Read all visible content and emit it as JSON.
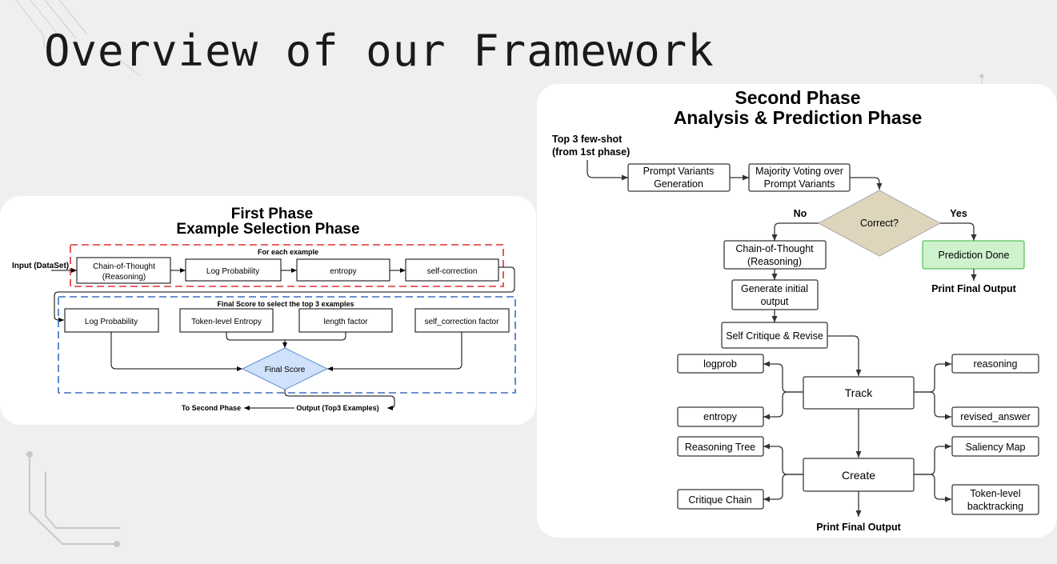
{
  "slide": {
    "title": "Overview of our Framework"
  },
  "phase1": {
    "title": "First Phase",
    "subtitle": "Example Selection Phase",
    "input_label": "Input (DataSet)",
    "loop_label": "For each example",
    "loop_steps": [
      "Chain-of-Thought",
      "(Reasoning)",
      "Log Probability",
      "entropy",
      "self-correction"
    ],
    "score_group_label": "Final Score to select the top 3 examples",
    "factors": [
      "Log Probability",
      "Token-level Entropy",
      "length factor",
      "self_correction factor"
    ],
    "final_score": "Final Score",
    "output_label": "Output (Top3 Examples)",
    "next_label": "To Second Phase",
    "colors": {
      "loop_border": "#e03030",
      "score_border": "#3a6fc0",
      "diamond_fill": "#cfe1fb",
      "diamond_stroke": "#5b8fd6"
    }
  },
  "phase2": {
    "title": "Second Phase",
    "subtitle": "Analysis & Prediction Phase",
    "input_line1": "Top 3 few-shot",
    "input_line2": "(from 1st phase)",
    "prompt_variants": [
      "Prompt Variants",
      "Generation"
    ],
    "majority_voting": [
      "Majority Voting over",
      "Prompt Variants"
    ],
    "decision": "Correct?",
    "no_label": "No",
    "yes_label": "Yes",
    "prediction_done": "Prediction Done",
    "print_final_yes": "Print Final Output",
    "cot": [
      "Chain-of-Thought",
      "(Reasoning)"
    ],
    "generate": [
      "Generate initial",
      "output"
    ],
    "critique": "Self Critique & Revise",
    "track": "Track",
    "track_outputs": [
      "logprob",
      "entropy",
      "reasoning",
      "revised_answer"
    ],
    "create": "Create",
    "create_outputs": [
      "Reasoning Tree",
      "Critique Chain",
      "Saliency Map",
      "Token-level",
      "backtracking"
    ],
    "print_final": "Print Final Output",
    "colors": {
      "no": "#d02020",
      "yes": "#2a9a2a",
      "diamond_fill": "#ddd6bd",
      "done_fill": "#cdf2cd",
      "done_stroke": "#3bb33b"
    }
  }
}
